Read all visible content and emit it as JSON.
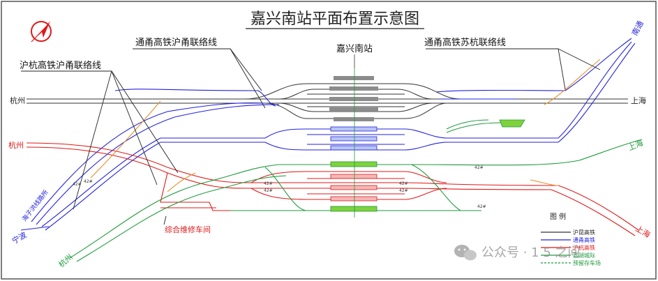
{
  "title": "嘉兴南站平面布置示意图",
  "station_name": "嘉兴南站",
  "callouts": {
    "tongyong_huyong": "通甬高铁沪甬联络线",
    "tongyong_suhang": "通甬高铁苏杭联络线",
    "huhang_huyong": "沪杭高铁沪甬联络线",
    "depot": "综合维修车间"
  },
  "terminals": {
    "hangzhou_top": "杭州",
    "shanghai_top": "上海",
    "nantong": "南通",
    "hangzhou_red": "杭州",
    "shanghai_green": "上海",
    "ningbo": "宁波",
    "hangzhou_green": "杭州",
    "shanghai_red": "上海",
    "haizi": "海子洪线路所"
  },
  "switch_labels": [
    "42#",
    "42#",
    "42#",
    "42#",
    "42#",
    "42#",
    "42#",
    "42#"
  ],
  "legend": {
    "title": "图 例",
    "items": [
      {
        "label": "沪昆高铁",
        "color": "#333333"
      },
      {
        "label": "通甬高铁",
        "color": "#2222dd"
      },
      {
        "label": "沪杭高铁",
        "color": "#e01818"
      },
      {
        "label": "嘉湖城际",
        "color": "#1f9a3c"
      },
      {
        "label": "预留存车场",
        "color": "#1f9a3c"
      }
    ]
  },
  "watermark": "公众号 · 1 5 之间",
  "colors": {
    "gray": "#333333",
    "blue": "#2222dd",
    "red": "#e01818",
    "green": "#1f9a3c",
    "orange": "#e8902a",
    "platform_gray": "#8c8c8c",
    "platform_blue": "#b8c6f4",
    "platform_red": "#f4b8b8",
    "platform_green": "#7fd23c"
  }
}
